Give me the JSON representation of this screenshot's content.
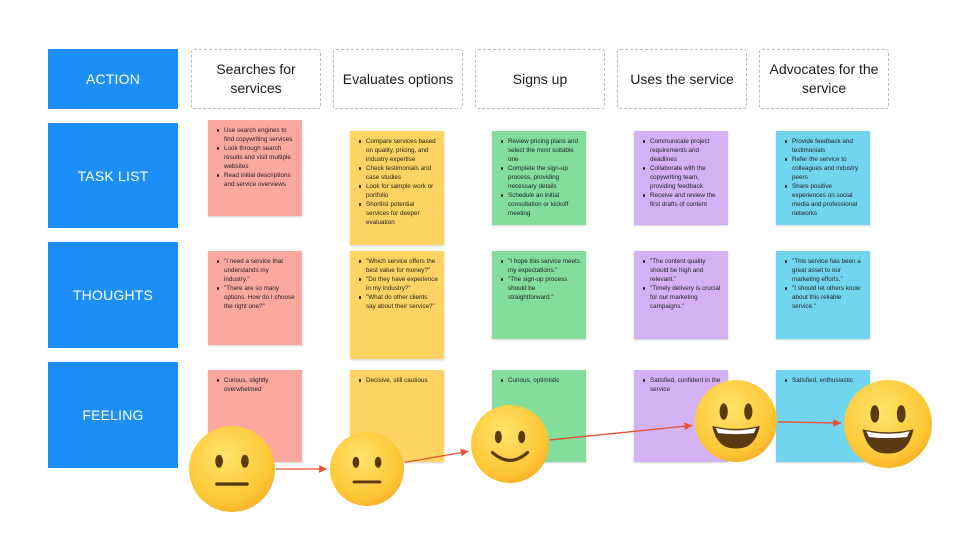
{
  "rows": {
    "action": "ACTION",
    "task_list": "TASK LIST",
    "thoughts": "THOUGHTS",
    "feeling": "FEELING"
  },
  "stages": [
    "Searches for services",
    "Evaluates options",
    "Signs up",
    "Uses the service",
    "Advocates for the service"
  ],
  "colors": {
    "label_blue": "#1b8ff5",
    "searches": "#fba89f",
    "evaluates": "#fdd363",
    "signs_up": "#83dd9d",
    "uses": "#d3b1f4",
    "advocates": "#72d5ef",
    "arrow": "#e8502f"
  },
  "tasks": [
    [
      "Use search engines to find copywriting services",
      "Look through search results and visit multiple websites",
      "Read initial descriptions and service overviews"
    ],
    [
      "Compare services based on quality, pricing, and industry expertise",
      "Check testimonials and case studies",
      "Look for sample work or portfolio",
      "Shortlist potential services for deeper evaluation"
    ],
    [
      "Review pricing plans and select the most suitable one",
      "Complete the sign-up process, providing necessary details",
      "Schedule an initial consultation or kickoff meeting"
    ],
    [
      "Communicate project requirements and deadlines",
      "Collaborate with the copywriting team, providing feedback",
      "Receive and review the first drafts of content"
    ],
    [
      "Provide feedback and testimonials",
      "Refer the service to colleagues and industry peers",
      "Share positive experiences on social media and professional networks"
    ]
  ],
  "thoughts": [
    [
      "\"I need a service that understands my industry.\"",
      "\"There are so many options. How do I choose the right one?\""
    ],
    [
      "\"Which service offers the best value for money?\"",
      "\"Do they have experience in my industry?\"",
      "\"What do other clients say about their service?\""
    ],
    [
      "\"I hope this service meets my expectations.\"",
      "\"The sign-up process should be straightforward.\""
    ],
    [
      "\"The content quality should be high and relevant.\"",
      "\"Timely delivery is crucial for our marketing campaigns.\""
    ],
    [
      "\"This service has been a great asset to our marketing efforts.\"",
      "\"I should let others know about this reliable service.\""
    ]
  ],
  "feelings": [
    [
      "Curious, slightly overwhelmed"
    ],
    [
      "Decisive, still cautious"
    ],
    [
      "Curious, optimistic"
    ],
    [
      "Satisfied, confident in the service"
    ],
    [
      "Satisfied, enthusiastic"
    ]
  ],
  "emotions": [
    {
      "icon": "neutral-face-icon",
      "mood": "neutral"
    },
    {
      "icon": "neutral-face-icon",
      "mood": "neutral"
    },
    {
      "icon": "slightly-smiling-face-icon",
      "mood": "smile"
    },
    {
      "icon": "grinning-face-icon",
      "mood": "grin"
    },
    {
      "icon": "grinning-face-icon",
      "mood": "grin"
    }
  ]
}
